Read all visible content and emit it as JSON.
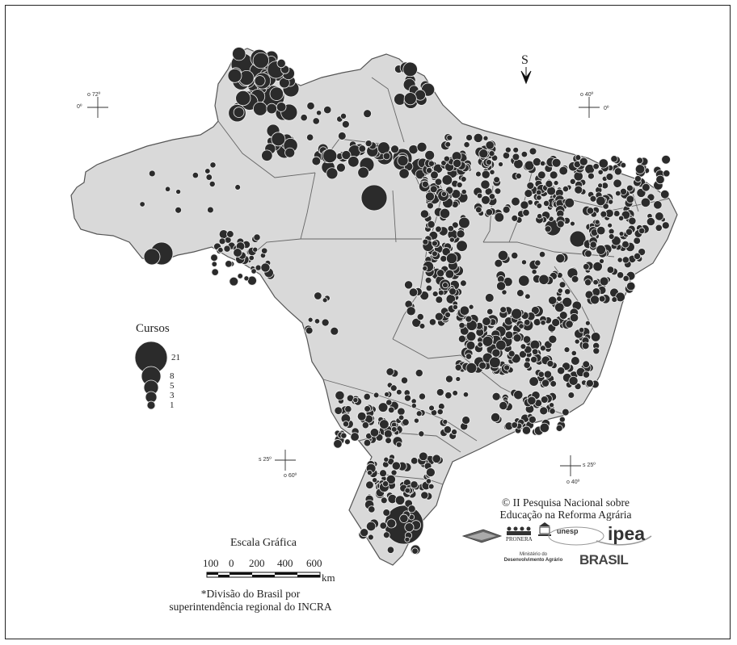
{
  "north_arrow": {
    "label": "S"
  },
  "coordinates": {
    "nw_lon": "o 72º",
    "nw_lat": "0º",
    "ne_lon": "o 40º",
    "ne_lat": "0º",
    "sw_lat": "s 25º",
    "sw_lon": "o 60º",
    "se_lat": "s 25º",
    "se_lon": "o 40º"
  },
  "legend": {
    "title": "Cursos",
    "sizes": [
      {
        "value": "21",
        "n": 21
      },
      {
        "value": "8",
        "n": 8
      },
      {
        "value": "5",
        "n": 5
      },
      {
        "value": "3",
        "n": 3
      },
      {
        "value": "1",
        "n": 1
      }
    ]
  },
  "credit": {
    "line1": "© II Pesquisa Nacional sobre",
    "line2": "Educação na Reforma Agrária"
  },
  "logos": {
    "pronera": "PRONERA",
    "unesp": "unesp",
    "ipea": "ipea",
    "ministerio_line1": "Ministério do",
    "ministerio_line2": "Desenvolvimento Agrário",
    "brasil": "BRASIL"
  },
  "scale": {
    "title": "Escala Gráfica",
    "ticks": [
      "100",
      "0",
      "200",
      "400",
      "600"
    ],
    "unit": "km"
  },
  "note": {
    "line1": "*Divisão do Brasil por",
    "line2": "superintendência regional do INCRA"
  },
  "colors": {
    "land": "#d9d9d9",
    "border": "#555555",
    "marker": "#2b2b2b",
    "marker_edge": "#eeeeee"
  }
}
